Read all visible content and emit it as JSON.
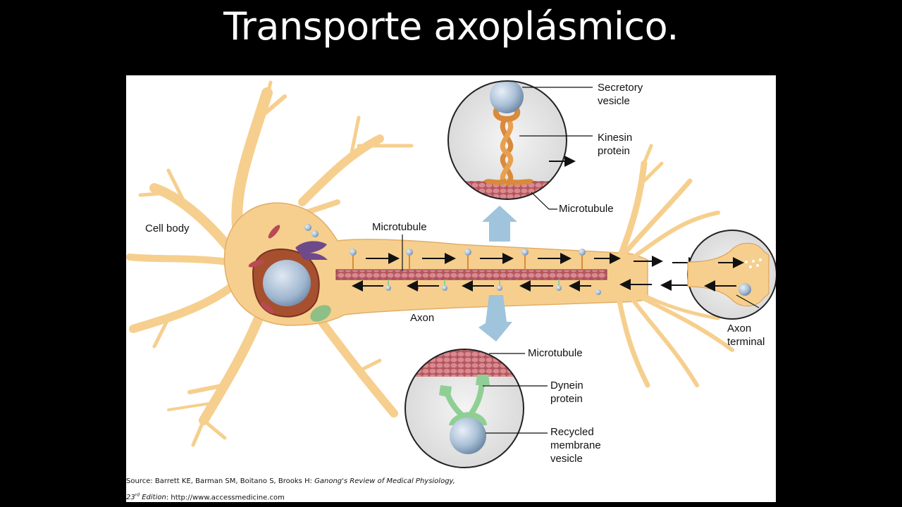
{
  "slide": {
    "title": "Transporte axoplásmico."
  },
  "diagram": {
    "labels": {
      "cell_body": "Cell body",
      "microtubule_main": "Microtubule",
      "axon": "Axon",
      "axon_terminal_1": "Axon",
      "axon_terminal_2": "terminal",
      "secretory_1": "Secretory",
      "secretory_2": "vesicle",
      "kinesin_1": "Kinesin",
      "kinesin_2": "protein",
      "microtubule_top": "Microtubule",
      "microtubule_bottom": "Microtubule",
      "dynein_1": "Dynein",
      "dynein_2": "protein",
      "recycled_1": "Recycled",
      "recycled_2": "membrane",
      "recycled_3": "vesicle"
    },
    "colors": {
      "neuron": "#f6cf8e",
      "neuron_outline": "#d99a4c",
      "microtubule": "#b75a62",
      "vesicle": "#a9bfd6",
      "kinesin": "#d98a3a",
      "dynein": "#8fcf95",
      "arrow_up": "#9fc4dc"
    }
  },
  "source": {
    "prefix": "Source: Barrett KE, Barman SM, Boitano S, Brooks H: ",
    "book": "Ganong's Review of Medical Physiology,",
    "edition_num": "23",
    "edition_sup": "rd",
    "edition_word": "Edition",
    "url_text": ": http://www.accessmedicine.com"
  }
}
